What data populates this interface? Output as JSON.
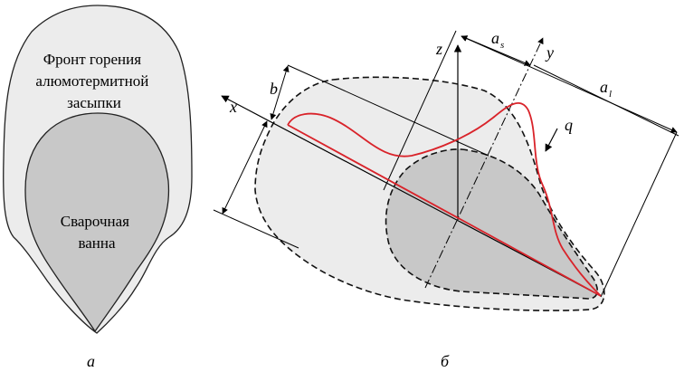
{
  "panel_a": {
    "front_label": [
      "Фронт горения",
      "алюмотермитной",
      "засыпки"
    ],
    "pool_label": [
      "Сварочная",
      "ванна"
    ],
    "caption": "а",
    "colors": {
      "front_fill": "#ececec",
      "pool_fill": "#c8c8c8",
      "outline": "#222222"
    }
  },
  "panel_b": {
    "caption": "б",
    "axes": {
      "x": "x",
      "y": "y",
      "z": "z"
    },
    "dimensions": {
      "b": "b",
      "a_s_main": "a",
      "a_s_sub": "s",
      "a_l_main": "a",
      "a_l_sub": "l"
    },
    "heat_flux": "q",
    "colors": {
      "curve": "#d9232a",
      "front_fill": "#ececec",
      "pool_fill": "#c8c8c8",
      "dashed": "#111111"
    }
  }
}
